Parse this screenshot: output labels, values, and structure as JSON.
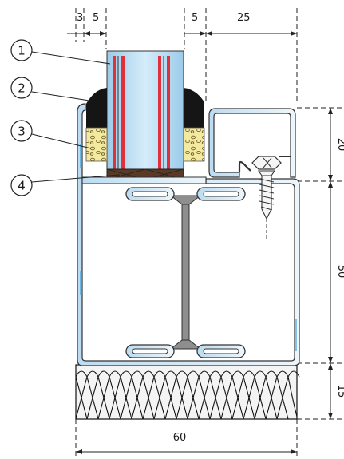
{
  "dimensions": {
    "top_left_small": "3",
    "top_left": "5",
    "top_right_small": "5",
    "top_right": "25",
    "bottom": "60",
    "right_top": "20",
    "right_middle": "50",
    "right_bottom": "15"
  },
  "callouts": [
    "1",
    "2",
    "3",
    "4"
  ],
  "colors": {
    "glass": "#a9d4ef",
    "spacer_red": "#e0303a",
    "seal_black": "#151515",
    "sealant_yellow": "#f3eaa0",
    "setting_block": "#5a3a24",
    "profile_fill": "#d8eaf6",
    "steel": "#8e8e8e",
    "insulation": "#f4f4f4"
  },
  "icons": [
    "screw-icon"
  ]
}
